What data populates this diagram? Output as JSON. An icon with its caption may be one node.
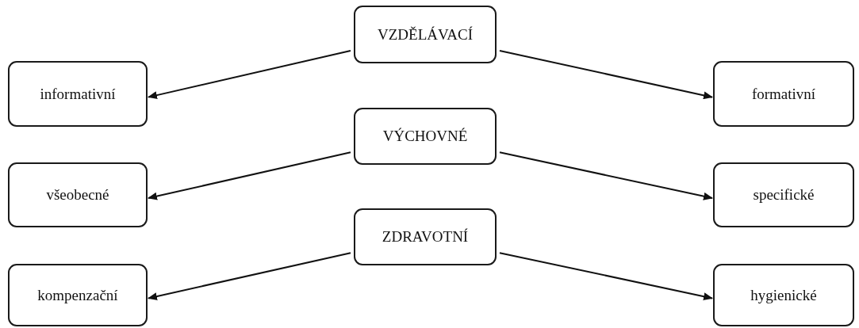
{
  "diagram": {
    "nodes": [
      {
        "text": [
          "VZDĚLÁVACÍ"
        ]
      },
      {
        "text": [
          "informativní"
        ]
      },
      {
        "text": [
          "formativní"
        ]
      },
      {
        "text": [
          "VÝCHOVNÉ"
        ]
      },
      {
        "text": [
          "všeobecné"
        ]
      },
      {
        "text": [
          "specifické"
        ]
      },
      {
        "text": [
          "ZDRAVOTNÍ"
        ]
      },
      {
        "text": [
          "kompenzační"
        ]
      },
      {
        "text": [
          "hygienické"
        ]
      }
    ],
    "edges": [
      {
        "from": 0,
        "to": 1,
        "arrow": "to"
      },
      {
        "from": 0,
        "to": 2,
        "arrow": "to"
      },
      {
        "from": 3,
        "to": 4,
        "arrow": "to"
      },
      {
        "from": 3,
        "to": 5,
        "arrow": "to"
      },
      {
        "from": 6,
        "to": 7,
        "arrow": "to"
      },
      {
        "from": 6,
        "to": 8,
        "arrow": "to"
      }
    ]
  }
}
